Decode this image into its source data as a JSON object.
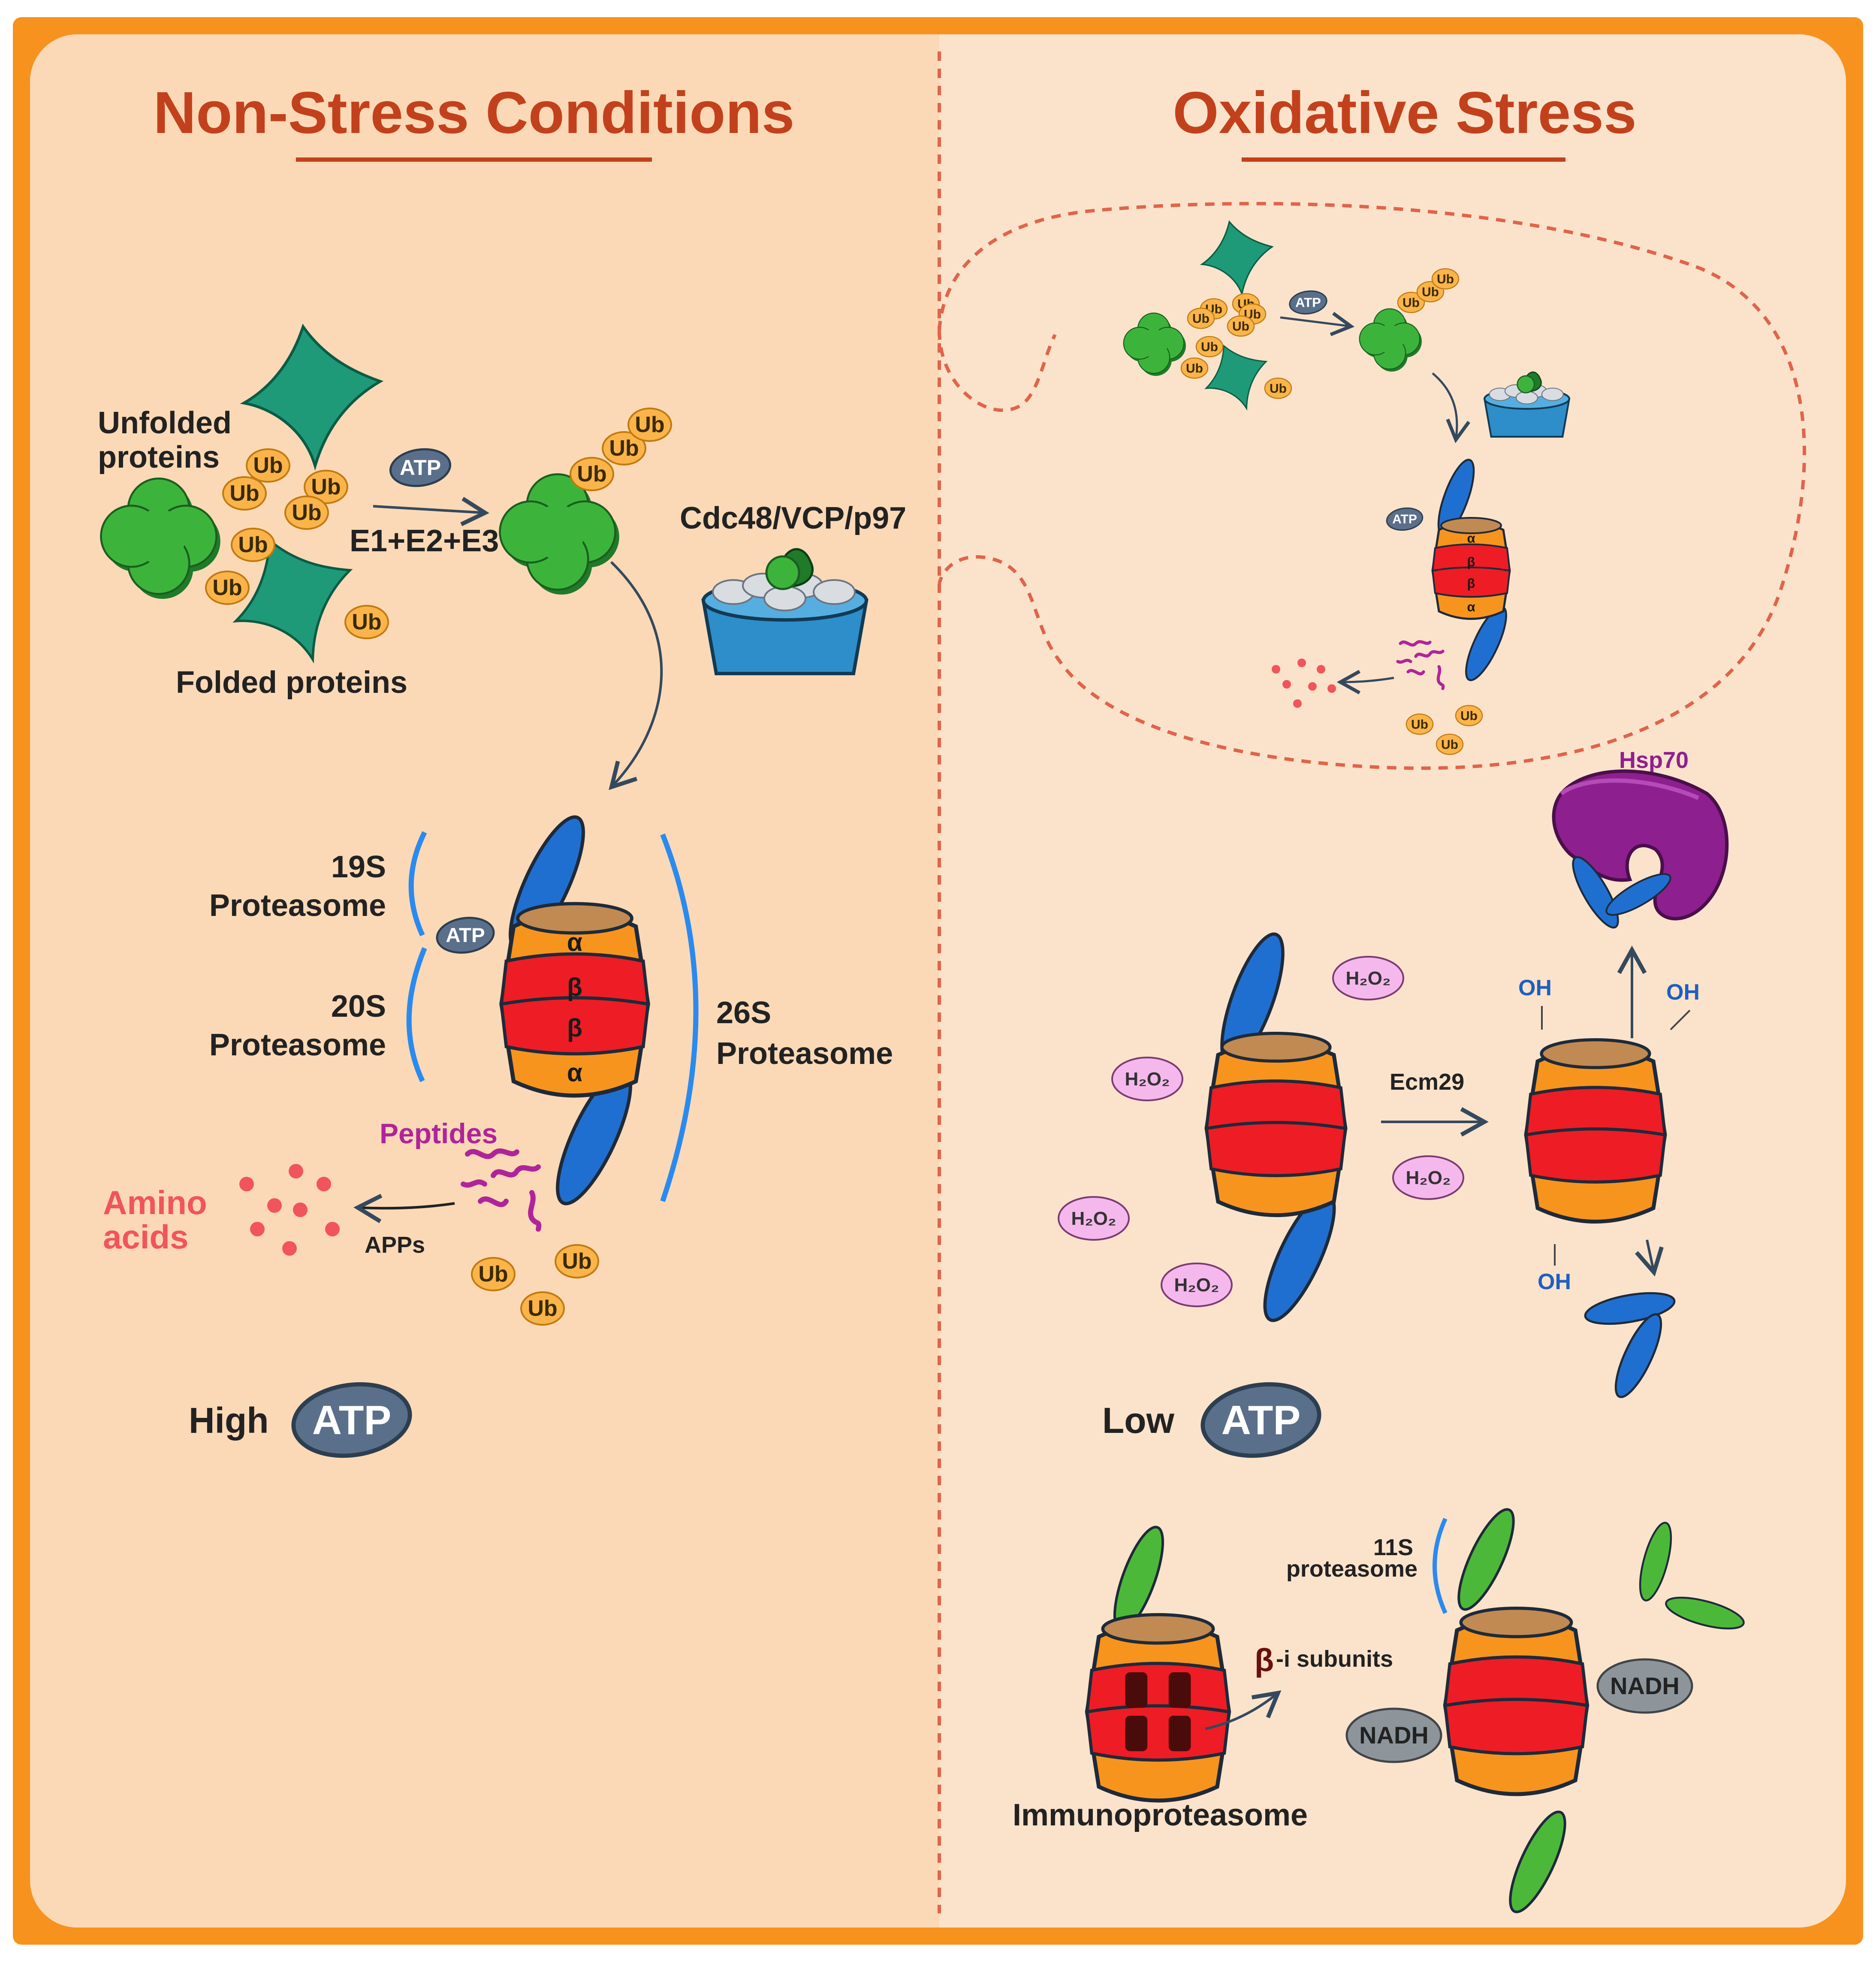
{
  "panels": {
    "left": {
      "title": "Non-Stress Conditions"
    },
    "right": {
      "title": "Oxidative Stress"
    }
  },
  "labels": {
    "unfolded_proteins": [
      "Unfolded",
      "proteins"
    ],
    "folded_proteins": "Folded proteins",
    "enzymes": "E1+E2+E3",
    "cdc48": "Cdc48/VCP/p97",
    "proteasome_19s": [
      "19S",
      "Proteasome"
    ],
    "proteasome_20s": [
      "20S",
      "Proteasome"
    ],
    "proteasome_26s": [
      "26S",
      "Proteasome"
    ],
    "peptides": "Peptides",
    "amino_acids": [
      "Amino",
      "acids"
    ],
    "apps": "APPs",
    "high": "High",
    "low": "Low",
    "hsp70": "Hsp70",
    "ecm29": "Ecm29",
    "oh": "OH",
    "proteasome_11s": [
      "11S",
      "proteasome"
    ],
    "beta_i": "-i subunits",
    "immunoproteasome": "Immunoproteasome"
  },
  "tokens": {
    "ub": "Ub",
    "atp": "ATP",
    "h2o2": "H₂O₂",
    "nadh": "NADH",
    "alpha": "α",
    "beta": "β"
  },
  "colors": {
    "frame": "#f7921e",
    "panel_left": "#fcd9b6",
    "panel_right": "#fbe3cb",
    "title": "#c2411c",
    "divider": "#e0644a",
    "protein_green": "#3cb43c",
    "protein_teal": "#1e9a78",
    "ub_fill": "#fbb44a",
    "atp_fill": "#5a6f8a",
    "proteasome_orange": "#f7941d",
    "proteasome_red": "#ee1c25",
    "cap_blue": "#1f6fd1",
    "cap_green": "#4cb83a",
    "peptide": "#b0249a",
    "amino": "#f2545b",
    "h2o2_fill": "#f5b8ec",
    "hsp70": "#8e1f8f",
    "nadh_fill": "#8d959b",
    "arrow": "#34495e"
  }
}
